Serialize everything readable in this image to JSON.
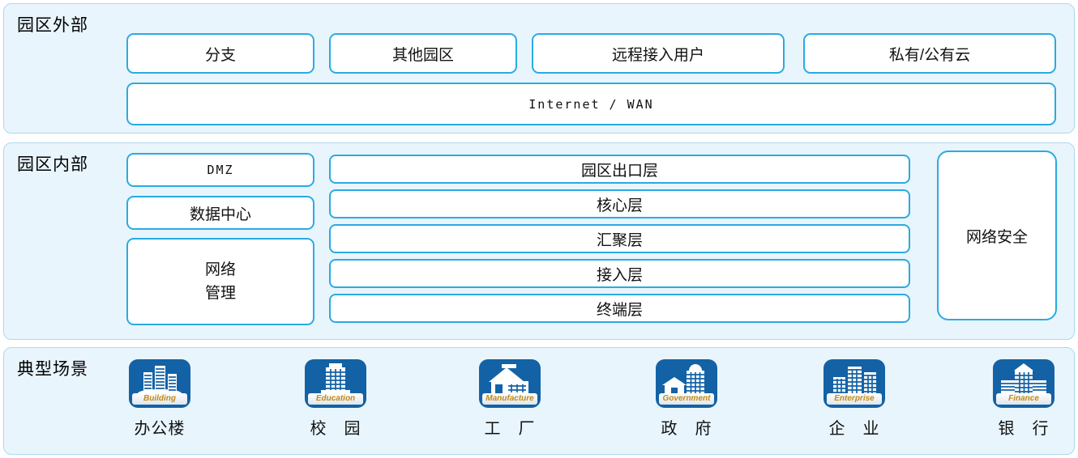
{
  "colors": {
    "node_border": "#29abe2",
    "section_bg": "#e9f5fc",
    "section_border": "#abd9f0",
    "icon_blue": "#1362a5",
    "icon_label_gold": "#c28a15"
  },
  "external": {
    "title": "园区外部",
    "boxes": [
      "分支",
      "其他园区",
      "远程接入用户",
      "私有/公有云"
    ],
    "wan_label": "Internet / WAN"
  },
  "internal": {
    "title": "园区内部",
    "side_boxes": [
      "DMZ",
      "数据中心",
      "网络\n管理"
    ],
    "layers": [
      "园区出口层",
      "核心层",
      "汇聚层",
      "接入层",
      "终端层"
    ],
    "security_label": "网络安全"
  },
  "scenarios": {
    "title": "典型场景",
    "items": [
      {
        "icon": "building-icon",
        "en": "Building",
        "label": "办公楼"
      },
      {
        "icon": "education-icon",
        "en": "Education",
        "label": "校　园"
      },
      {
        "icon": "manufacture-icon",
        "en": "Manufacture",
        "label": "工　厂"
      },
      {
        "icon": "government-icon",
        "en": "Government",
        "label": "政　府"
      },
      {
        "icon": "enterprise-icon",
        "en": "Enterprise",
        "label": "企　业"
      },
      {
        "icon": "finance-icon",
        "en": "Finance",
        "label": "银　行"
      }
    ]
  }
}
